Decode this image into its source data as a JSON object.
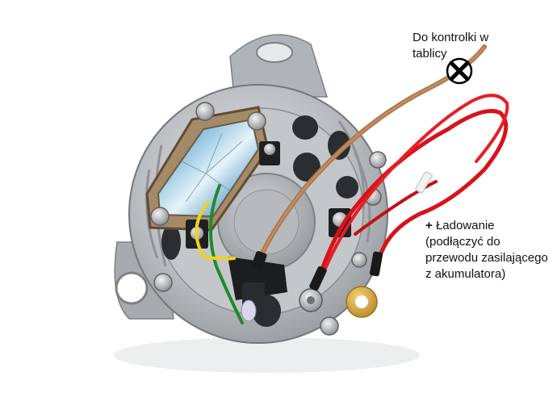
{
  "annotations": {
    "lamp_label": {
      "line1": "Do kontrolki w",
      "line2": "tablicy"
    },
    "charge_label": {
      "plus": "+",
      "line1": "Ładowanie",
      "line2": "(podłączyć do",
      "line3": "przewodu zasilającego",
      "line4": "z akumulatora)"
    }
  },
  "colors": {
    "background": "#ffffff",
    "housing": "#b9bcc0",
    "lamp_wire": "#b07a4e",
    "battery_wire": "#e0141e",
    "marker": "#000000",
    "ring_terminal": "#d4a640"
  },
  "icons": [
    "cross-marker-icon"
  ]
}
